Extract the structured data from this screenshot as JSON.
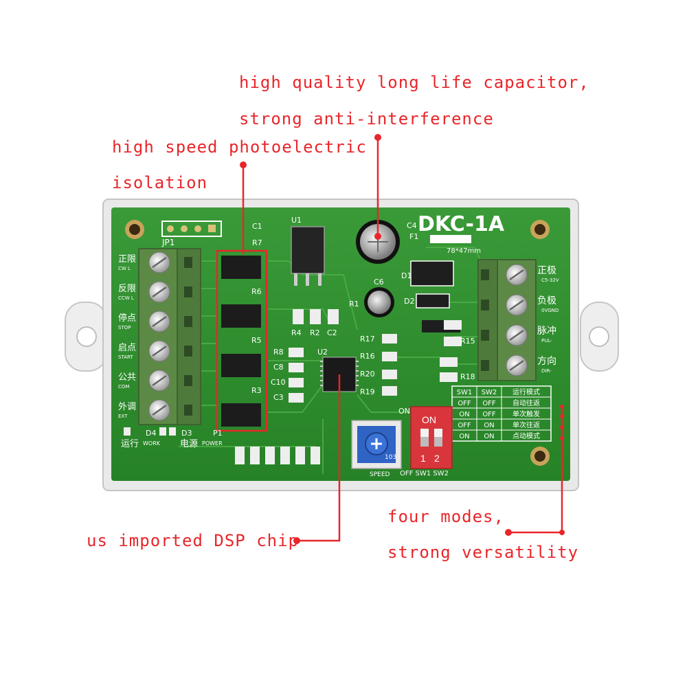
{
  "callouts": {
    "capacitor_line1": "high quality long life capacitor,",
    "capacitor_line2": "strong anti-interference",
    "isolation_line1": "high speed photoelectric",
    "isolation_line2": "isolation",
    "dsp": "us imported DSP chip",
    "modes_line1": "four modes,",
    "modes_line2": "strong versatility"
  },
  "board": {
    "model": "DKC-1A",
    "size_label": "78*47mm",
    "jp1": "JP1",
    "u1": "U1",
    "u2": "U2",
    "c1": "C1",
    "r7": "R7",
    "r6": "R6",
    "r5": "R5",
    "r3": "R3",
    "c4": "C4",
    "c6": "C6",
    "f1": "F1",
    "d1": "D1",
    "d2": "D2",
    "r1": "R1",
    "r4": "R4",
    "r2": "R2",
    "c2": "C2",
    "r17": "R17",
    "r16": "R16",
    "r20": "R20",
    "r19": "R19",
    "r8": "R8",
    "c8": "C8",
    "c10": "C10",
    "c3": "C3",
    "r15": "R15",
    "r18": "R18",
    "p1": "P1",
    "d4": "D4",
    "d3": "D3",
    "on_label": "ON",
    "dip_on": "ON",
    "dip_1": "1",
    "dip_2": "2",
    "sw_labels": "OFF SW1 SW2",
    "speed_label": "SPEED",
    "pot_code": "103",
    "run_label": "运行",
    "work_label": "WORK",
    "power_label": "电源",
    "power_en": "POWER"
  },
  "left_terminals": [
    {
      "cn": "正限",
      "en": "CW L"
    },
    {
      "cn": "反限",
      "en": "CCW L"
    },
    {
      "cn": "停点",
      "en": "STOP"
    },
    {
      "cn": "启点",
      "en": "START"
    },
    {
      "cn": "公共",
      "en": "COM"
    },
    {
      "cn": "外调",
      "en": "EXT"
    }
  ],
  "right_terminals": [
    {
      "cn": "正极",
      "en": "C5-32V"
    },
    {
      "cn": "负极",
      "en": "0VGND"
    },
    {
      "cn": "脉冲",
      "en": "PUL-"
    },
    {
      "cn": "方向",
      "en": "DIR-"
    }
  ],
  "mode_table": {
    "headers": [
      "SW1",
      "SW2",
      "运行模式"
    ],
    "rows": [
      [
        "OFF",
        "OFF",
        "自动往返"
      ],
      [
        "ON",
        "OFF",
        "单次触发"
      ],
      [
        "OFF",
        "ON",
        "单次往返"
      ],
      [
        "ON",
        "ON",
        "点动模式"
      ]
    ]
  },
  "colors": {
    "accent": "#e8262a",
    "pcb": "#2f8f2f",
    "terminal": "#4c7a3c",
    "dip": "#d8363c"
  }
}
